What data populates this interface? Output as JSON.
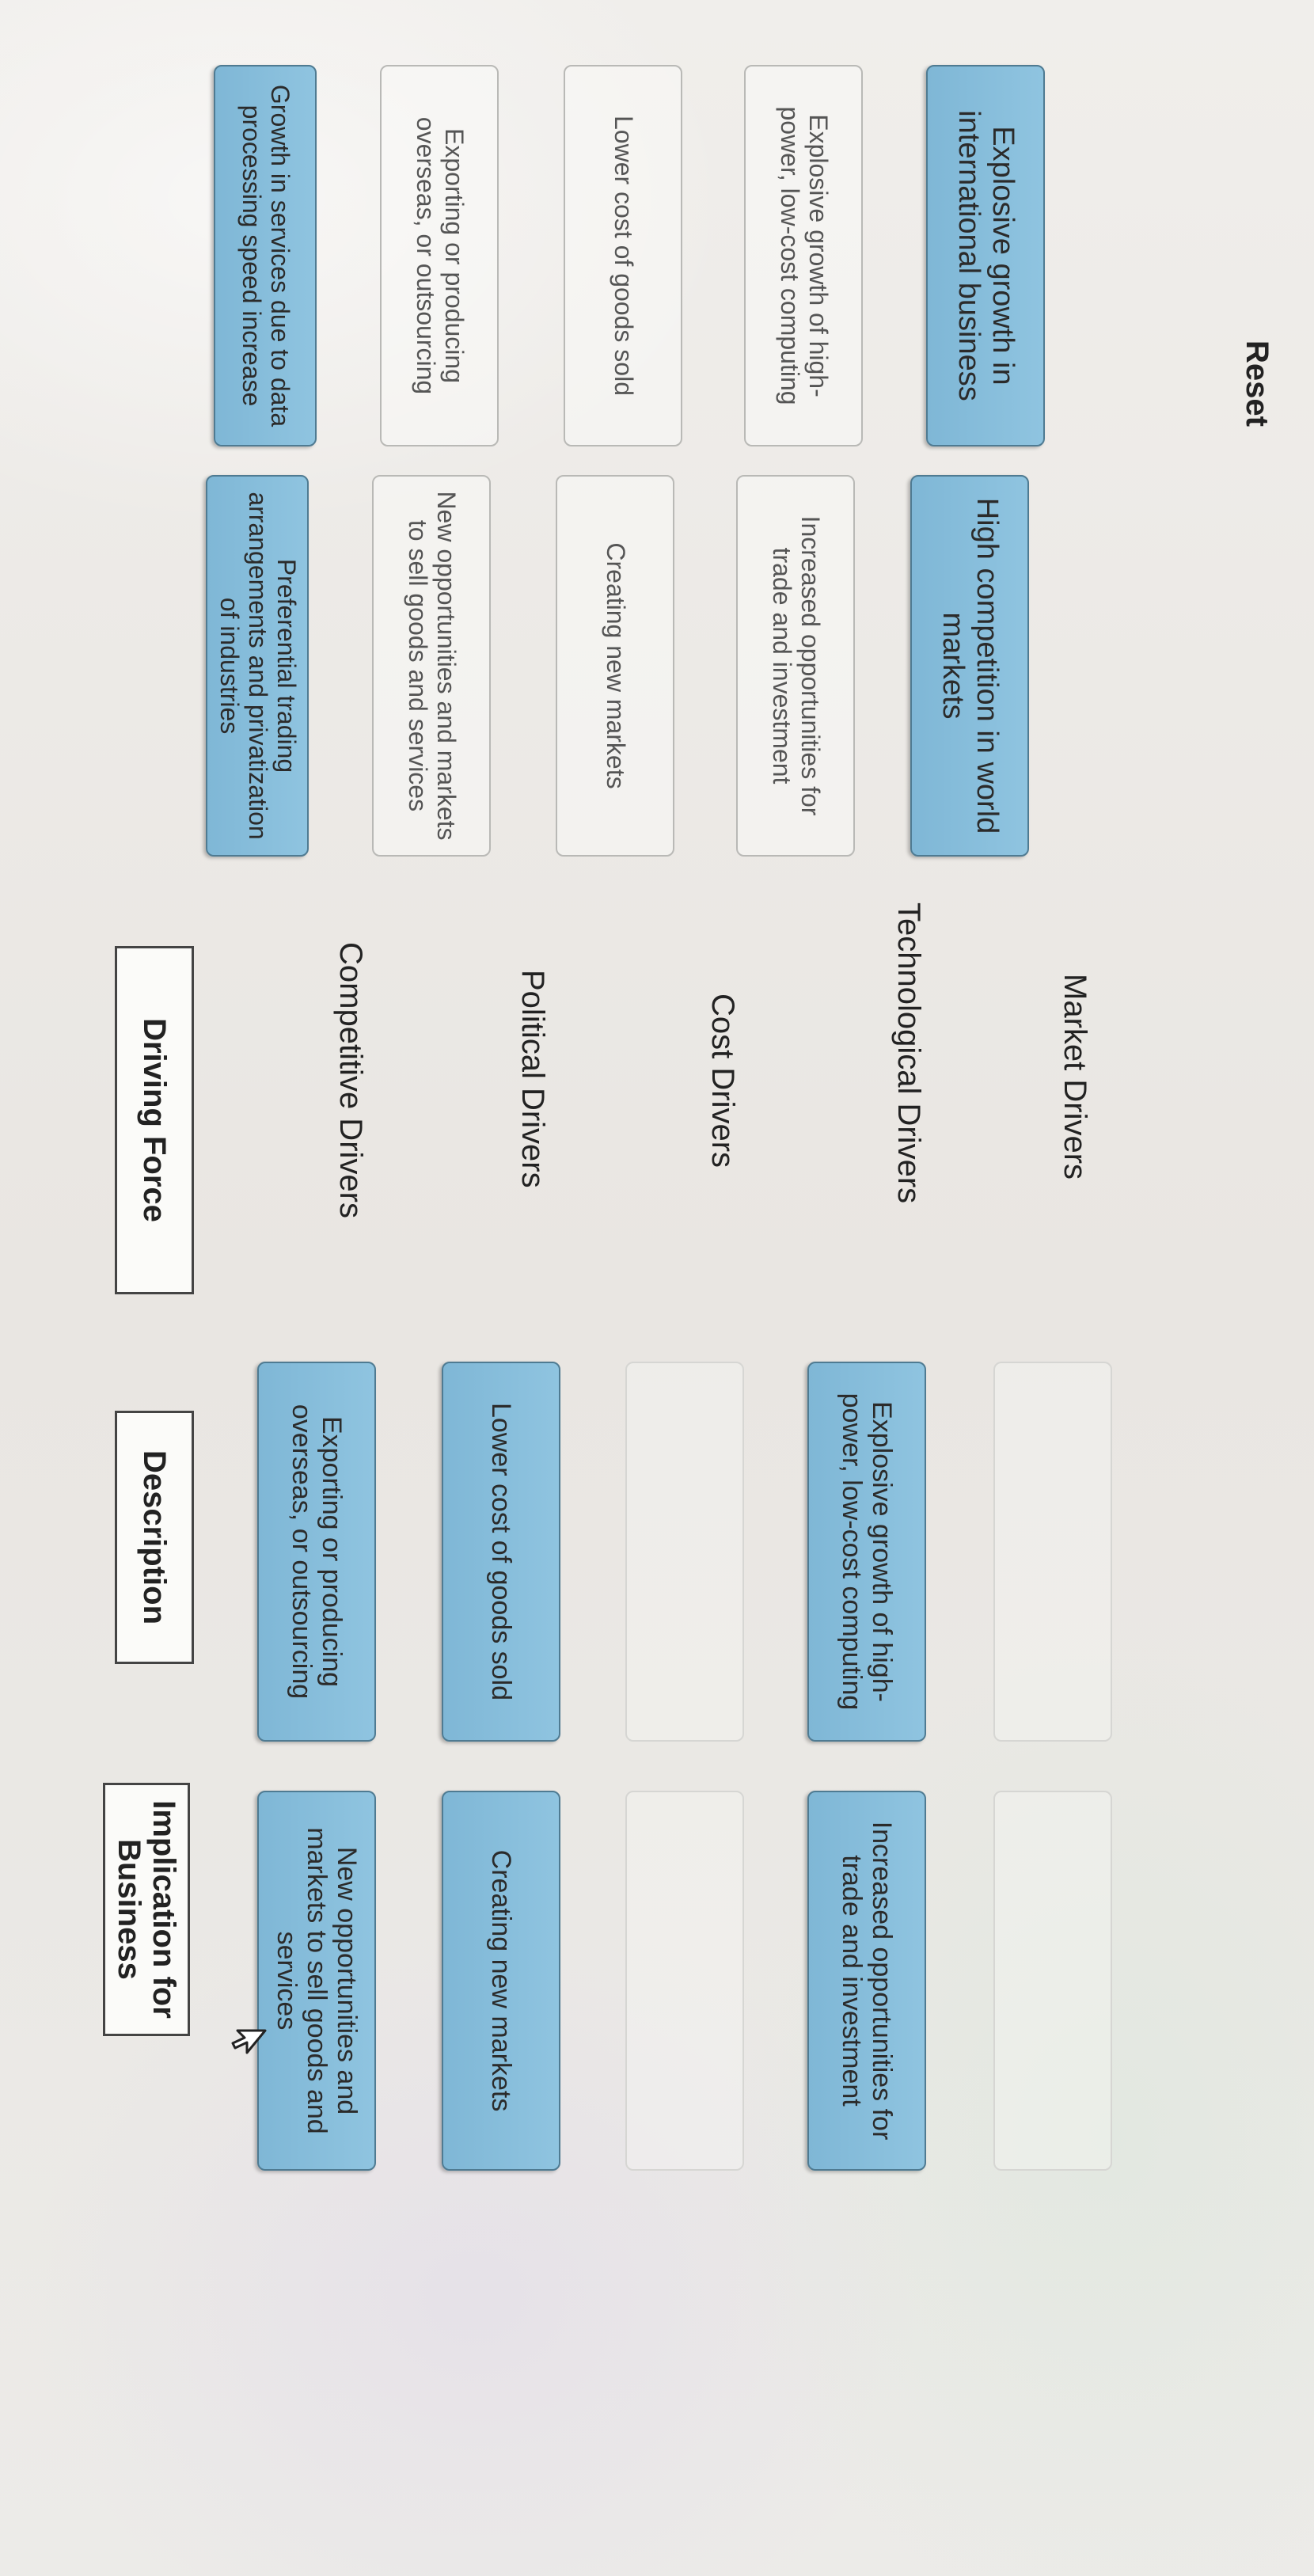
{
  "bank": {
    "col1": [
      "Growth in services due to data processing speed increase",
      "Exporting or producing overseas, or outsourcing",
      "Lower cost of goods sold",
      "Explosive growth of high-power, low-cost computing",
      "Explosive growth in international business"
    ],
    "col2": [
      "Preferential trading arrangements and privatization of industries",
      "New opportunities and markets to sell goods and services",
      "Creating new markets",
      "Increased opportunities for trade and investment",
      "High competition in world markets"
    ]
  },
  "headers": {
    "driving_force": "Driving Force",
    "description": "Description",
    "implication": "Implication for Business"
  },
  "drivers": [
    "Competitive Drivers",
    "Political Drivers",
    "Cost Drivers",
    "Technological Drivers",
    "Market Drivers"
  ],
  "placed": {
    "description": [
      "Exporting or producing overseas, or outsourcing",
      "Lower cost of goods sold",
      "",
      "Explosive growth of high-power, low-cost computing",
      ""
    ],
    "implication": [
      "New opportunities and markets to sell goods and services",
      "Creating new markets",
      "",
      "Increased opportunities for trade and investment",
      ""
    ]
  },
  "controls": {
    "reset_label": "Reset"
  }
}
